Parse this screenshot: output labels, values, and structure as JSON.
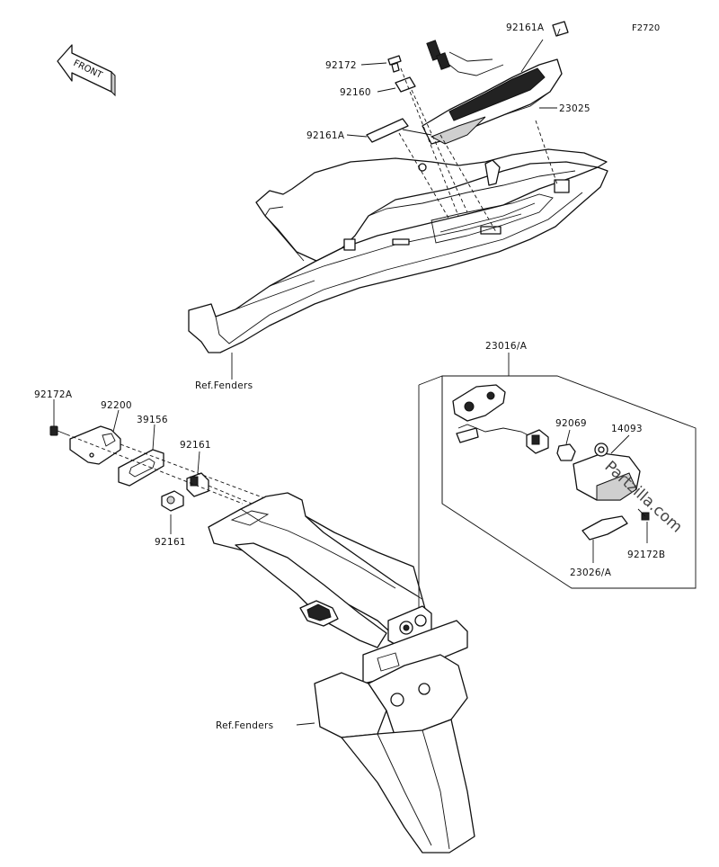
{
  "diagram_code": "F2720",
  "front_arrow_text": "FRONT",
  "watermark": "Partzilla.com",
  "labels": {
    "p92161A_top": "92161A",
    "p92172": "92172",
    "p92160": "92160",
    "p92161A_mid": "92161A",
    "p23025": "23025",
    "ref_fenders_top": "Ref.Fenders",
    "p23016A": "23016/A",
    "p92172A": "92172A",
    "p92200": "92200",
    "p39156": "39156",
    "p92161_upper": "92161",
    "p92161_lower": "92161",
    "p92069": "92069",
    "p14093": "14093",
    "p92172B": "92172B",
    "p23026A": "23026/A",
    "ref_fenders_bottom": "Ref.Fenders"
  }
}
